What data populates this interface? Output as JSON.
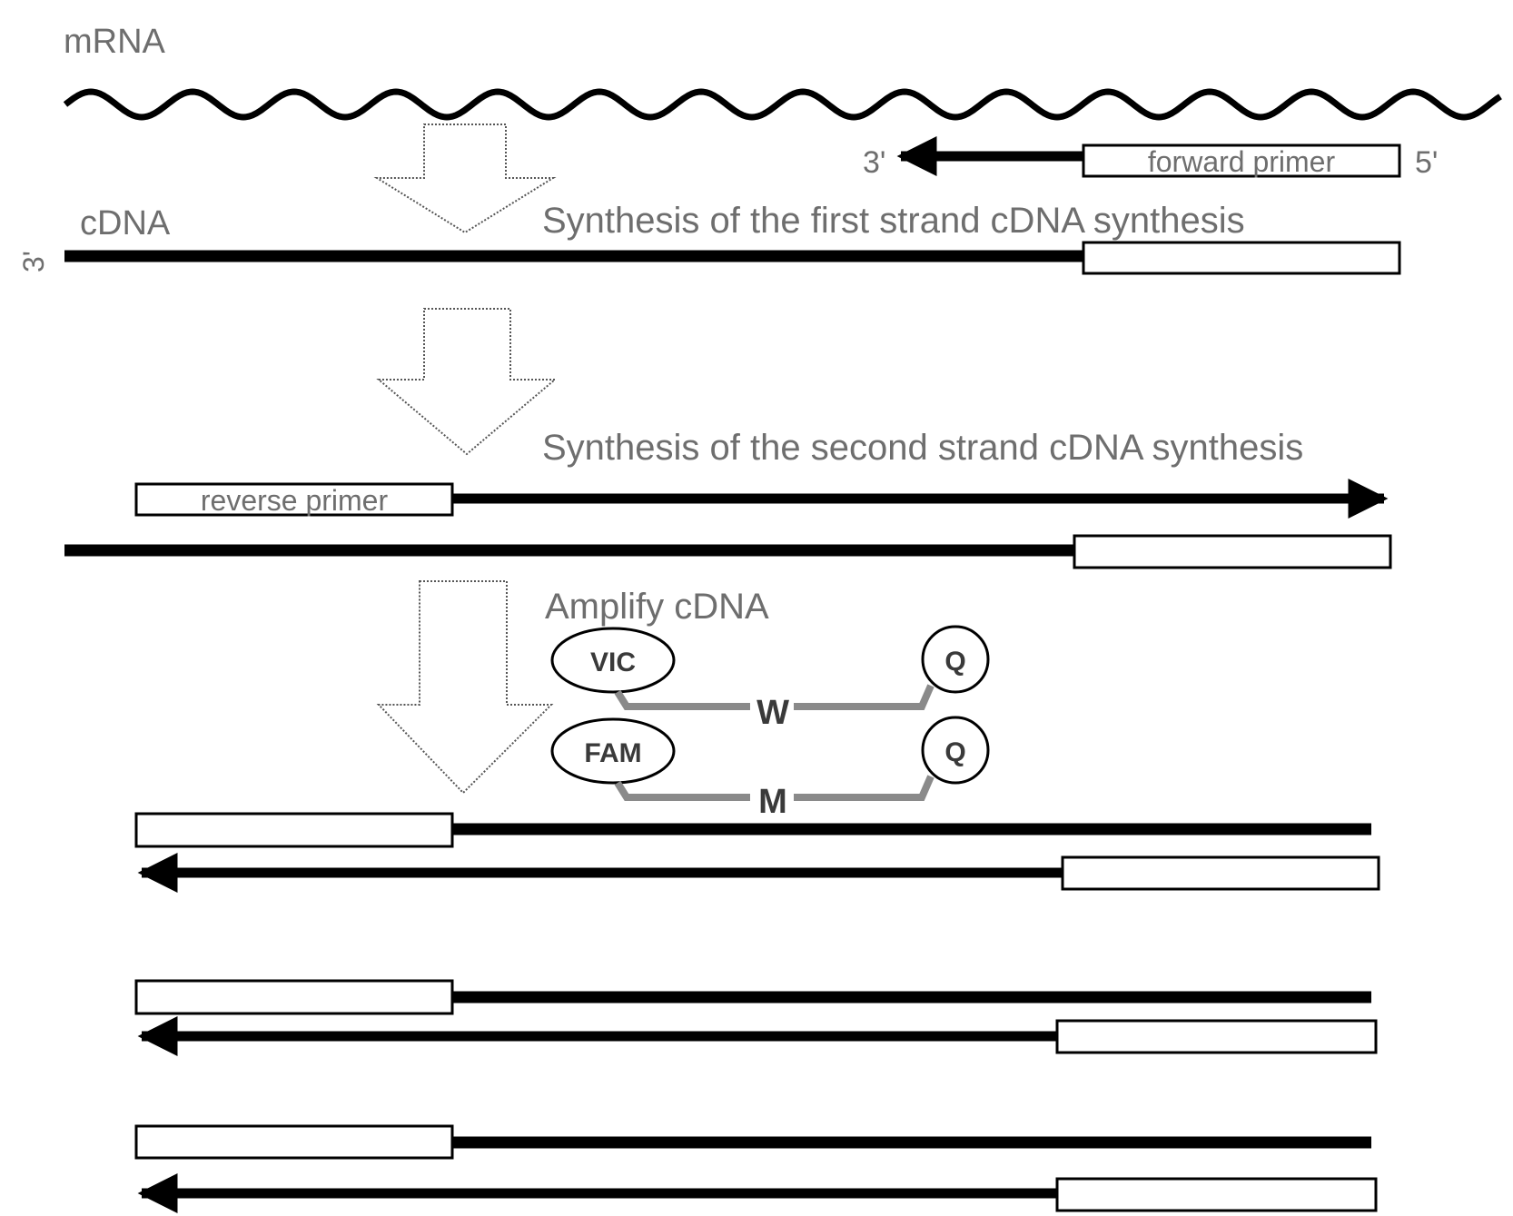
{
  "labels": {
    "mrna": "mRNA",
    "cdna": "cDNA",
    "three_prime": "3'",
    "five_prime": "5'",
    "forward_primer": "forward primer",
    "reverse_primer": "reverse primer",
    "first_strand": "Synthesis of the first strand cDNA synthesis",
    "second_strand": "Synthesis of the second strand cDNA synthesis",
    "amplify": "Amplify cDNA"
  },
  "probes": [
    {
      "dye": "VIC",
      "quencher": "Q",
      "allele": "W"
    },
    {
      "dye": "FAM",
      "quencher": "Q",
      "allele": "M"
    }
  ],
  "colors": {
    "strand": "#000000",
    "text": "#6e6e6e",
    "probe_line": "#8a8a8a",
    "arrow_outline": "#555555"
  }
}
